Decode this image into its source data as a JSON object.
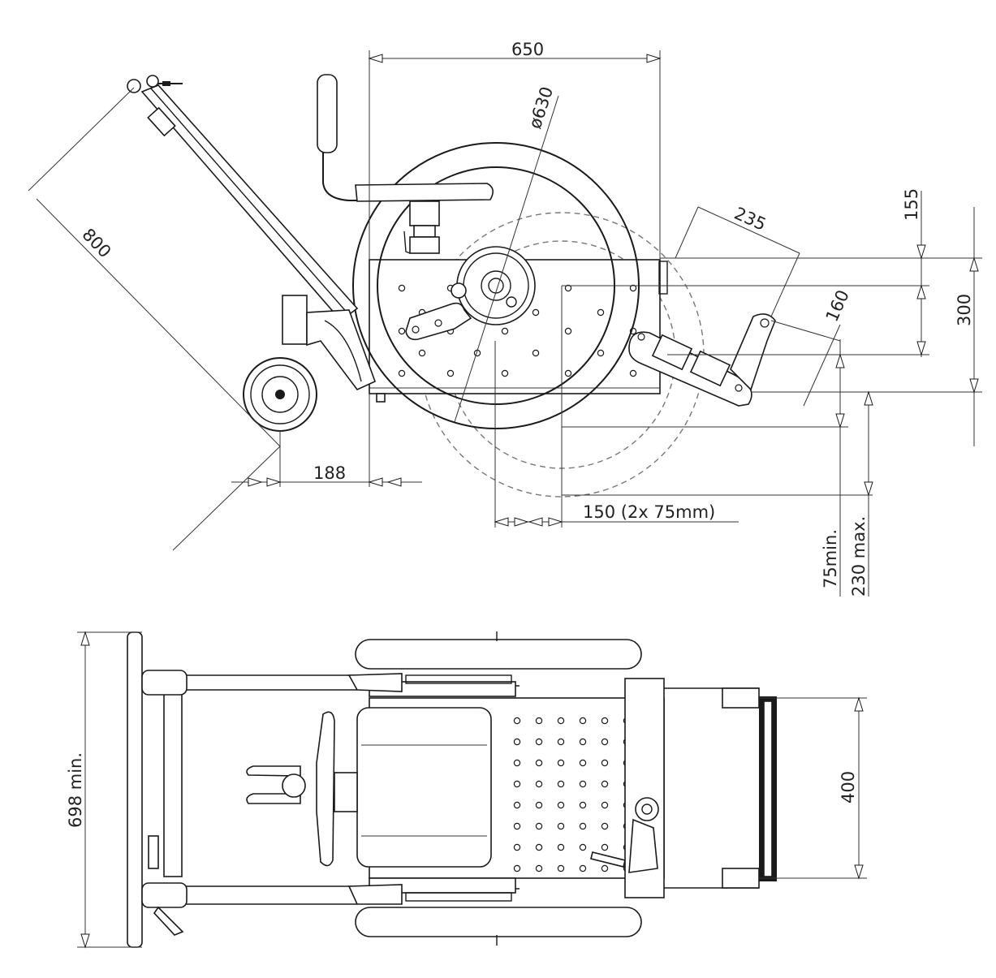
{
  "dimensions": {
    "width_total": "650",
    "wheel_diameter": "ø630",
    "handle_length": "800",
    "rear_offset": "188",
    "footrest_length": "235",
    "footrest_drop": "160",
    "top_offset": "155",
    "height_frame": "300",
    "axle_adjust": "150 (2x 75mm)",
    "ground_min": "75min.",
    "ground_max": "230 max.",
    "width_min": "698 min.",
    "footrest_width": "400"
  }
}
